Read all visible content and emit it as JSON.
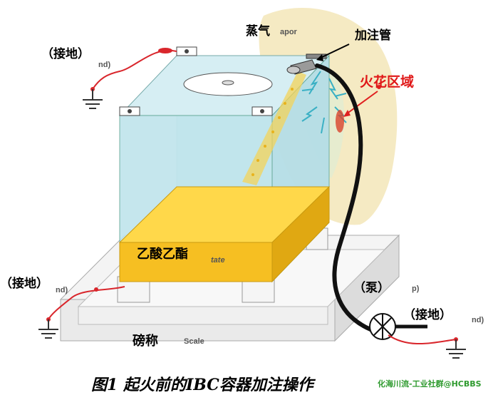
{
  "labels": {
    "steam": "蒸气",
    "vapor_ghost": "apor",
    "fill_pipe": "加注管",
    "spark_zone": "火花区域",
    "ground_top_left": "（接地）",
    "ground_top_left_ghost": "nd)",
    "ground_left": "（接地）",
    "ground_left_ghost": "nd)",
    "pump": "（泵）",
    "pump_ghost": "p)",
    "ground_right": "（接地）",
    "ground_right_ghost": "nd)",
    "liquid": "乙酸乙酯",
    "liquid_ghost": "tate",
    "scale": "磅称",
    "scale_ghost": "Scale"
  },
  "caption": "图1 起火前的IBC容器加注操作",
  "watermark": "化海川流-工业社群@HCBBS",
  "colors": {
    "tank_glass": "#bfe4ec",
    "liquid": "#f6bf22",
    "vapor_cloud": "#f3e6b8",
    "spark_marker": "#d9442a",
    "hose": "#111111",
    "ground_wire": "#d9262c",
    "pallet": "#f2f2f2",
    "arrow_red": "#e02020"
  },
  "icons": [
    "ground-symbol",
    "pump-symbol",
    "spark-burst",
    "nozzle"
  ]
}
